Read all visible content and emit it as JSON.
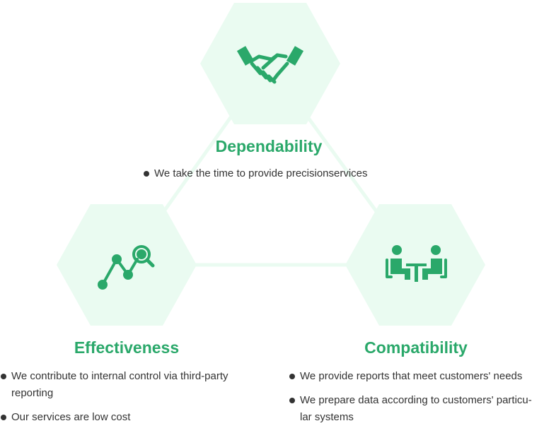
{
  "colors": {
    "accent": "#2aa86a",
    "hex_fill": "#eafbf1",
    "connector": "#eafbf1",
    "text": "#333333"
  },
  "nodes": {
    "top": {
      "title": "Dependability",
      "icon": "handshake-icon",
      "bullets": [
        "We take the time to provide precisionservices"
      ]
    },
    "left": {
      "title": "Effectiveness",
      "icon": "trend-search-icon",
      "bullets": [
        "We contribute to internal control via third-party reporting",
        "Our services are low cost"
      ]
    },
    "right": {
      "title": "Compatibility",
      "icon": "meeting-icon",
      "bullets": [
        "We provide reports that meet customers' needs",
        "We prepare data according to customers' particu-lar systems"
      ]
    }
  }
}
